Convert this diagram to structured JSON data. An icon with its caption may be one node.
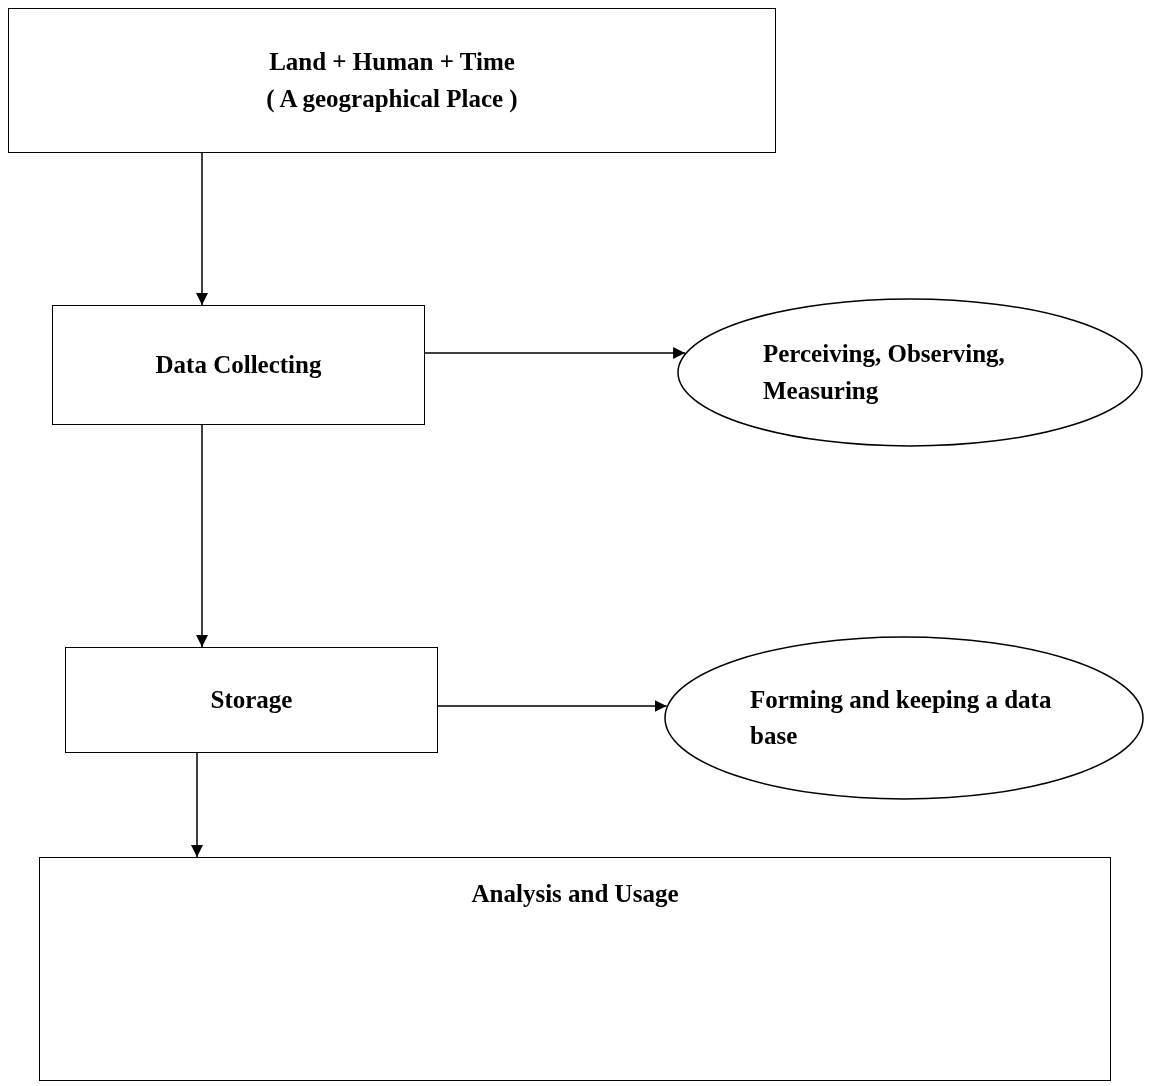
{
  "diagram": {
    "nodes": [
      {
        "text": [
          "Land + Human + Time",
          "( A geographical Place )"
        ]
      },
      {
        "text": [
          "Data Collecting"
        ]
      },
      {
        "text": [
          "Perceiving, Observing, Measuring"
        ]
      },
      {
        "text": [
          "Storage"
        ]
      },
      {
        "text": [
          "Forming and keeping a data base"
        ]
      },
      {
        "text": [
          "Analysis and Usage"
        ]
      }
    ],
    "edges": [
      {
        "from": 0,
        "to": 1,
        "arrow": "to"
      },
      {
        "from": 1,
        "to": 2,
        "arrow": "to"
      },
      {
        "from": 1,
        "to": 3,
        "arrow": "to"
      },
      {
        "from": 3,
        "to": 4,
        "arrow": "to"
      },
      {
        "from": 3,
        "to": 5,
        "arrow": "to"
      }
    ]
  }
}
